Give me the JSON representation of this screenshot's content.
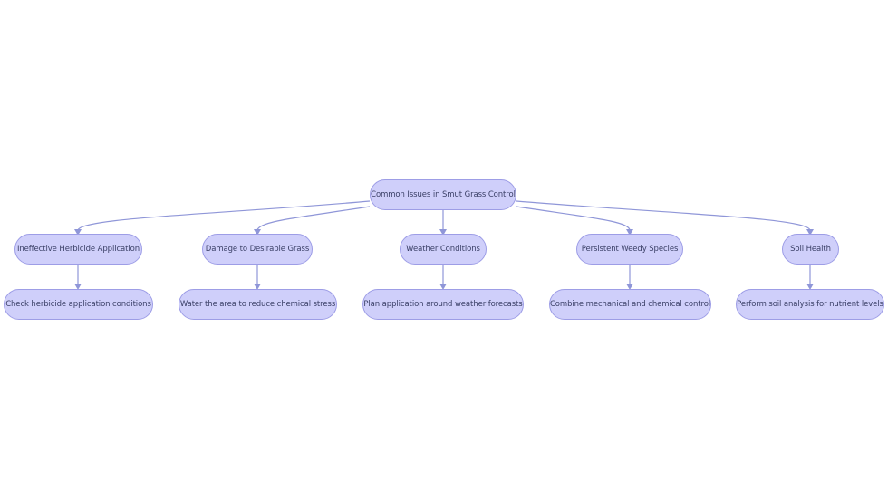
{
  "diagram": {
    "root": "Common Issues in Smut Grass Control",
    "issues": [
      "Ineffective Herbicide Application",
      "Damage to Desirable Grass",
      "Weather Conditions",
      "Persistent Weedy Species",
      "Soil Health"
    ],
    "solutions": [
      "Check herbicide application conditions",
      "Water the area to reduce chemical stress",
      "Plan application around weather forecasts",
      "Combine mechanical and chemical control",
      "Perform soil analysis for nutrient levels"
    ],
    "colors": {
      "node_fill": "#cfcffa",
      "node_border": "#9d9de6",
      "edge": "#8f96d8",
      "text": "#3a3f66"
    }
  }
}
